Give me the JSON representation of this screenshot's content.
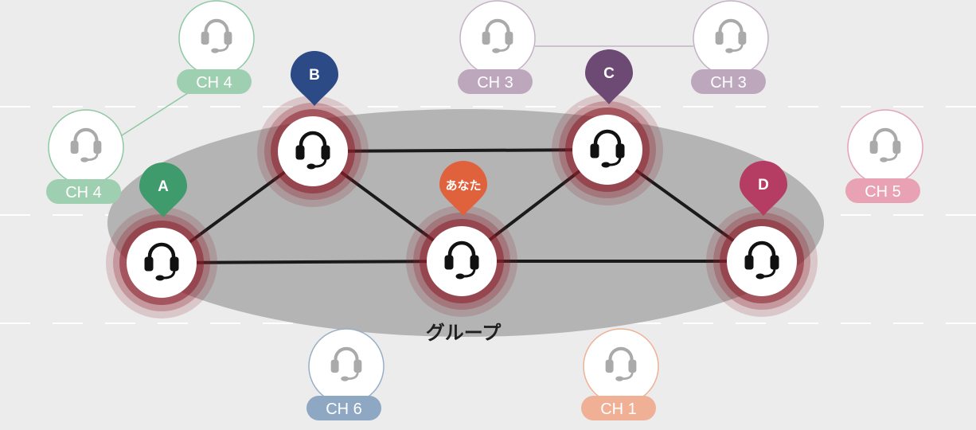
{
  "group_label": "グループ",
  "colors": {
    "background": "#ececec",
    "road_marking": "#ffffff",
    "group_ellipse": "#b4b4b4",
    "link": "#1a1a1a",
    "ring": "#8b1f2a",
    "member_pin": {
      "A": "#3f9a6c",
      "B": "#2b4a86",
      "C": "#6d4a74",
      "D": "#b53d63",
      "you": "#e0623d"
    }
  },
  "members": [
    {
      "id": "A",
      "pin_label": "A",
      "icon": "headset-icon"
    },
    {
      "id": "B",
      "pin_label": "B",
      "icon": "headset-icon"
    },
    {
      "id": "you",
      "pin_label": "あなた",
      "icon": "headset-icon"
    },
    {
      "id": "C",
      "pin_label": "C",
      "icon": "headset-icon"
    },
    {
      "id": "D",
      "pin_label": "D",
      "icon": "headset-icon"
    }
  ],
  "links": [
    [
      "A",
      "B"
    ],
    [
      "A",
      "you"
    ],
    [
      "B",
      "you"
    ],
    [
      "B",
      "C"
    ],
    [
      "you",
      "C"
    ],
    [
      "you",
      "D"
    ],
    [
      "C",
      "D"
    ]
  ],
  "outside_riders": [
    {
      "id": "ch4-top",
      "channel": "CH 4",
      "color": "#9fcfb1",
      "ring": "#8ec9a4"
    },
    {
      "id": "ch4-left",
      "channel": "CH 4",
      "color": "#9fcfb1",
      "ring": "#8ec9a4"
    },
    {
      "id": "ch3-left",
      "channel": "CH 3",
      "color": "#bda7bd",
      "ring": "#c5b1c5"
    },
    {
      "id": "ch3-right",
      "channel": "CH 3",
      "color": "#bda7bd",
      "ring": "#c5b1c5"
    },
    {
      "id": "ch5",
      "channel": "CH 5",
      "color": "#e8a2b4",
      "ring": "#e3a3b3"
    },
    {
      "id": "ch6",
      "channel": "CH 6",
      "color": "#8ea7c2",
      "ring": "#98afc7"
    },
    {
      "id": "ch1",
      "channel": "CH 1",
      "color": "#efb096",
      "ring": "#efb096"
    }
  ],
  "outside_links": [
    [
      "ch4-top",
      "ch4-left"
    ],
    [
      "ch3-left",
      "ch3-right"
    ]
  ]
}
